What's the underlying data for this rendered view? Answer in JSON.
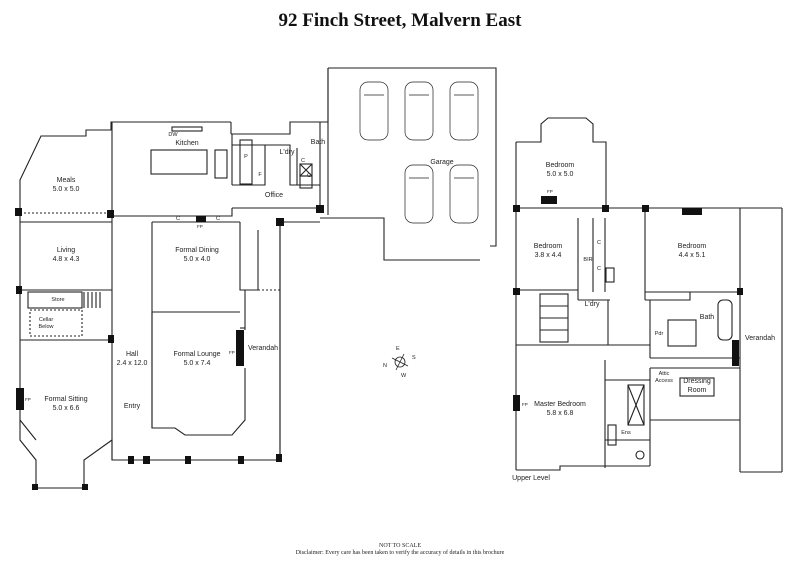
{
  "title": "92 Finch Street, Malvern East",
  "footer": {
    "scale_note": "NOT TO SCALE",
    "disclaimer": "Disclaimer: Every care has been taken to verify the accuracy of details in this brochure"
  },
  "ground_floor": {
    "meals": {
      "name": "Meals",
      "size": "5.0 x 5.0"
    },
    "kitchen": {
      "name": "Kitchen",
      "dw": "DW",
      "p": "P",
      "f": "F"
    },
    "laundry": {
      "name": "L'dry"
    },
    "bath": {
      "name": "Bath"
    },
    "office": {
      "name": "Office"
    },
    "garage": {
      "name": "Garage"
    },
    "living": {
      "name": "Living",
      "size": "4.8 x 4.3"
    },
    "formal_dining": {
      "name": "Formal Dining",
      "size": "5.0 x 4.0"
    },
    "store": {
      "name": "Store"
    },
    "cellar": {
      "name": "Cellar Below"
    },
    "hall": {
      "name": "Hall",
      "size": "2.4 x 12.0"
    },
    "formal_lounge": {
      "name": "Formal Lounge",
      "size": "5.0 x 7.4"
    },
    "verandah": {
      "name": "Verandah"
    },
    "formal_sitting": {
      "name": "Formal Sitting",
      "size": "5.0 x 6.6"
    },
    "entry": {
      "name": "Entry"
    },
    "c_labels": [
      "C",
      "C",
      "C",
      "C"
    ],
    "fp_labels": [
      "FP",
      "FP",
      "FP"
    ]
  },
  "upper_level": {
    "level_name": "Upper Level",
    "bedroom_top": {
      "name": "Bedroom",
      "size": "5.0 x 5.0"
    },
    "bedroom_left": {
      "name": "Bedroom",
      "size": "3.8 x 4.4"
    },
    "bedroom_right": {
      "name": "Bedroom",
      "size": "4.4 x 5.1"
    },
    "bir": {
      "name": "BIR"
    },
    "laundry": {
      "name": "L'dry"
    },
    "bath": {
      "name": "Bath"
    },
    "pdr": {
      "name": "Pdr"
    },
    "verandah": {
      "name": "Verandah"
    },
    "attic": {
      "name": "Attic Access"
    },
    "dressing": {
      "name": "Dressing Room"
    },
    "master": {
      "name": "Master Bedroom",
      "size": "5.8 x 6.8"
    },
    "ens": {
      "name": "Ens"
    },
    "c_labels": [
      "C",
      "C"
    ],
    "fp_labels": [
      "FP",
      "FP"
    ]
  },
  "compass": {
    "n": "N",
    "e": "E",
    "s": "S",
    "w": "W"
  }
}
